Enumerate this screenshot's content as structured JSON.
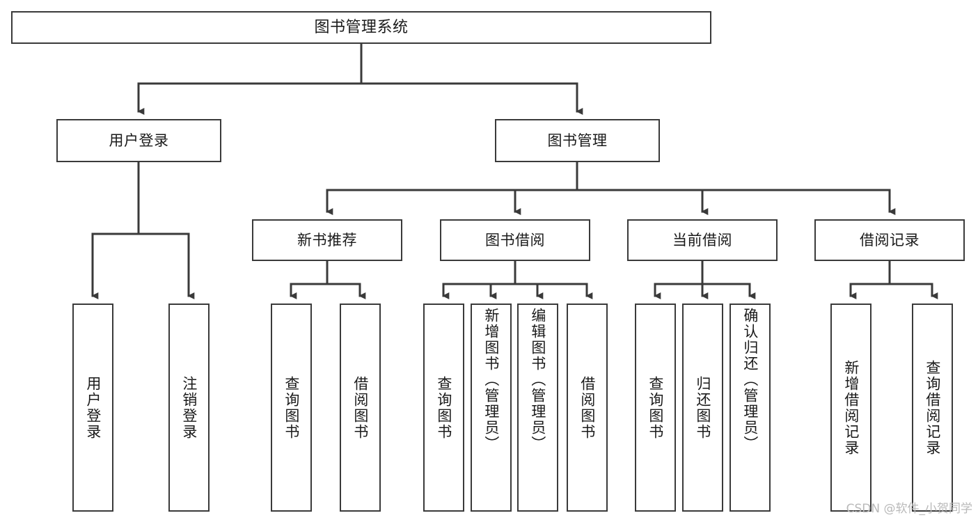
{
  "diagram": {
    "type": "tree",
    "title": "图书管理系统",
    "root": {
      "label": "图书管理系统"
    },
    "level2": [
      {
        "label": "用户登录"
      },
      {
        "label": "图书管理"
      }
    ],
    "level3": [
      {
        "label": "新书推荐"
      },
      {
        "label": "图书借阅"
      },
      {
        "label": "当前借阅"
      },
      {
        "label": "借阅记录"
      }
    ],
    "leaves": {
      "user_login": [
        {
          "label": "用户登录"
        },
        {
          "label": "注销登录"
        }
      ],
      "new_book": [
        {
          "label": "查询图书"
        },
        {
          "label": "借阅图书"
        }
      ],
      "borrow": [
        {
          "label": "查询图书"
        },
        {
          "label": "新增图书（管理员）"
        },
        {
          "label": "编辑图书（管理员）"
        },
        {
          "label": "借阅图书"
        }
      ],
      "current": [
        {
          "label": "查询图书"
        },
        {
          "label": "归还图书"
        },
        {
          "label": "确认归还（管理员）"
        }
      ],
      "records": [
        {
          "label": "新增借阅记录"
        },
        {
          "label": "查询借阅记录"
        }
      ]
    }
  },
  "watermark": {
    "text": "CSDN @软件_小贺同学"
  },
  "colors": {
    "border": "#3a3a3a",
    "background": "#ffffff",
    "text": "#1a1a1a",
    "watermark": "#b9b9b9"
  }
}
